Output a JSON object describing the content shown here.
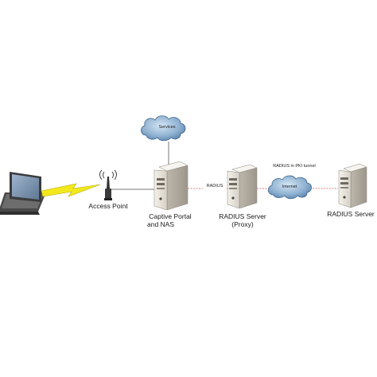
{
  "nodes": {
    "laptop": {
      "type": "laptop"
    },
    "access_point": {
      "label": "Access Point"
    },
    "services_cloud": {
      "label": "Services"
    },
    "captive_portal": {
      "label_line1": "Captive Portal",
      "label_line2": "and NAS"
    },
    "radius_proxy": {
      "label_line1": "RADIUS Server",
      "label_line2": "(Proxy)"
    },
    "internet_cloud": {
      "label": "Internet"
    },
    "radius_server": {
      "label": "RADIUS Server"
    }
  },
  "links": {
    "radius_link_label": "RADIUS",
    "pki_tunnel_label": "RADIUS in PKI tunnel",
    "wireless": "lightning-bolt",
    "radius_link_color": "#d9534f",
    "pki_tunnel_color": "#d9534f"
  },
  "colors": {
    "cloud_fill": "#5f86b0",
    "cloud_light": "#b9d3ea",
    "server_body": "#e9e5dc",
    "bolt": "#f3e81d",
    "line": "#707070"
  }
}
